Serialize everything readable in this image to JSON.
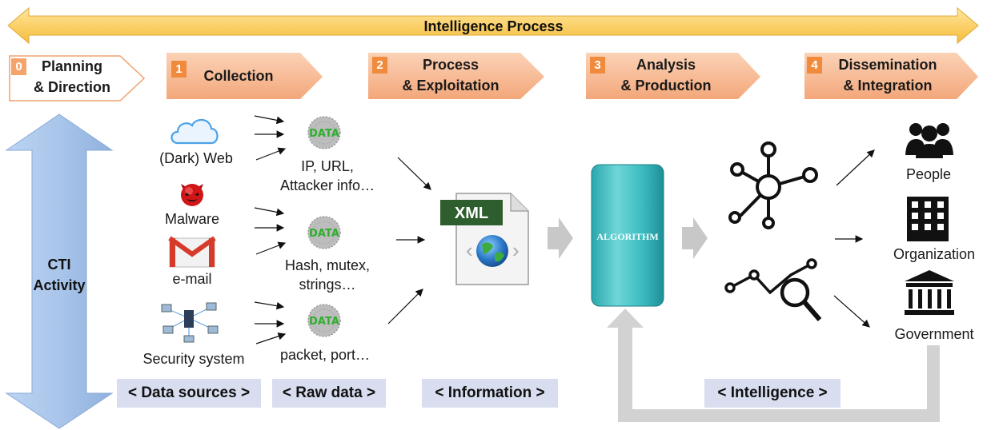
{
  "banner": {
    "title": "Intelligence Process"
  },
  "phases": [
    {
      "number": "0",
      "line1": "Planning",
      "line2": "& Direction"
    },
    {
      "number": "1",
      "line1": "Collection",
      "line2": ""
    },
    {
      "number": "2",
      "line1": "Process",
      "line2": "& Exploitation"
    },
    {
      "number": "3",
      "line1": "Analysis",
      "line2": "& Production"
    },
    {
      "number": "4",
      "line1": "Dissemination",
      "line2": "& Integration"
    }
  ],
  "cti": {
    "line1": "CTI",
    "line2": "Activity"
  },
  "sources": [
    {
      "label": "(Dark) Web",
      "icon": "cloud-icon"
    },
    {
      "label": "Malware",
      "icon": "devil-icon"
    },
    {
      "label": "e-mail",
      "icon": "gmail-icon"
    },
    {
      "label": "Security system",
      "icon": "network-icon"
    }
  ],
  "raw_data": [
    {
      "line1": "IP, URL,",
      "line2": "Attacker info…"
    },
    {
      "line1": "Hash, mutex,",
      "line2": "strings…"
    },
    {
      "line1": "packet, port…",
      "line2": ""
    }
  ],
  "data_blob_text": "DATA",
  "xml_label": "XML",
  "algorithm_label": "ALGORITHM",
  "consumers": [
    {
      "label": "People",
      "icon": "people-icon"
    },
    {
      "label": "Organization",
      "icon": "building-icon"
    },
    {
      "label": "Government",
      "icon": "government-icon"
    }
  ],
  "categories": {
    "data_sources": "< Data sources >",
    "raw_data": "< Raw data >",
    "information": "< Information >",
    "intelligence": "< Intelligence >"
  },
  "colors": {
    "banner": "#fbd16a",
    "phase": "#f6b48c",
    "phase_number": "#f08a3c",
    "cti_arrow": "#a9c5ea",
    "algorithm": "#3fbcc0",
    "category_tag": "#d8def0",
    "feedback_arrow": "#d0d0d0"
  }
}
